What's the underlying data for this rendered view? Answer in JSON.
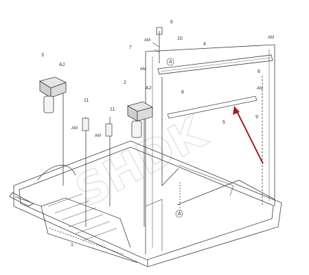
{
  "labels": {
    "l1": "1",
    "l2": "2",
    "l3": "3",
    "l4": "4",
    "l5": "5",
    "l6": "6",
    "l7": "7",
    "l8": "8",
    "l9": "9",
    "l10": "10",
    "l11a": "11",
    "l11b": "11",
    "aj1": "AJ",
    "aj2": "AJ",
    "am1": "AM",
    "am2": "AM",
    "am3": "AM",
    "am4": "AM",
    "am5": "AM",
    "am6": "AM",
    "ca": "A",
    "cb": "A"
  },
  "watermark": "SHDK",
  "colors": {
    "line": "#3a3a3a",
    "arrow": "#a11d1d",
    "bg": "#ffffff"
  }
}
